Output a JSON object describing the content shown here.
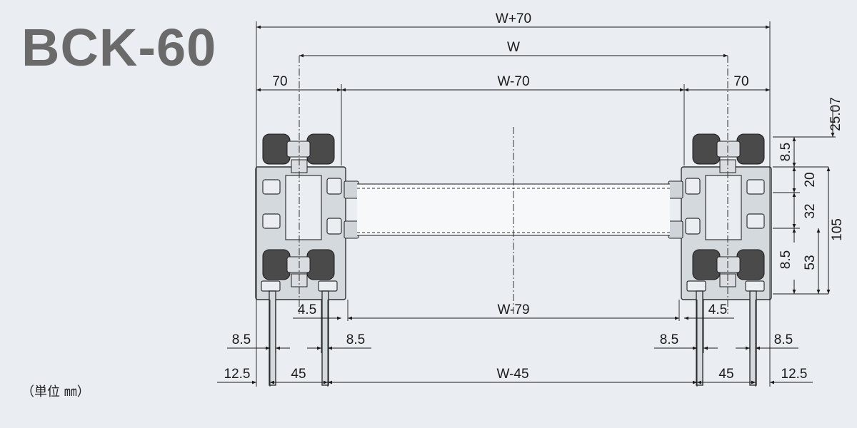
{
  "title": "BCK-60",
  "unit_note": "（単位 ㎜）",
  "dimensions": {
    "top_total": "W+70",
    "top_w": "W",
    "left_70": "70",
    "middle": "W-70",
    "right_70": "70",
    "inner_gap": "W-79",
    "left_4_5": "4.5",
    "right_4_5": "4.5",
    "left_outer_8_5": "8.5",
    "left_inner_8_5": "8.5",
    "right_inner_8_5": "8.5",
    "right_outer_8_5": "8.5",
    "left_12_5": "12.5",
    "left_45": "45",
    "bottom_middle": "W-45",
    "right_45": "45",
    "right_12_5": "12.5",
    "v_25_07": "25.07",
    "v_8_5_top": "8.5",
    "v_20": "20",
    "v_32": "32",
    "v_8_5_bottom": "8.5",
    "v_53": "53",
    "v_105": "105"
  }
}
